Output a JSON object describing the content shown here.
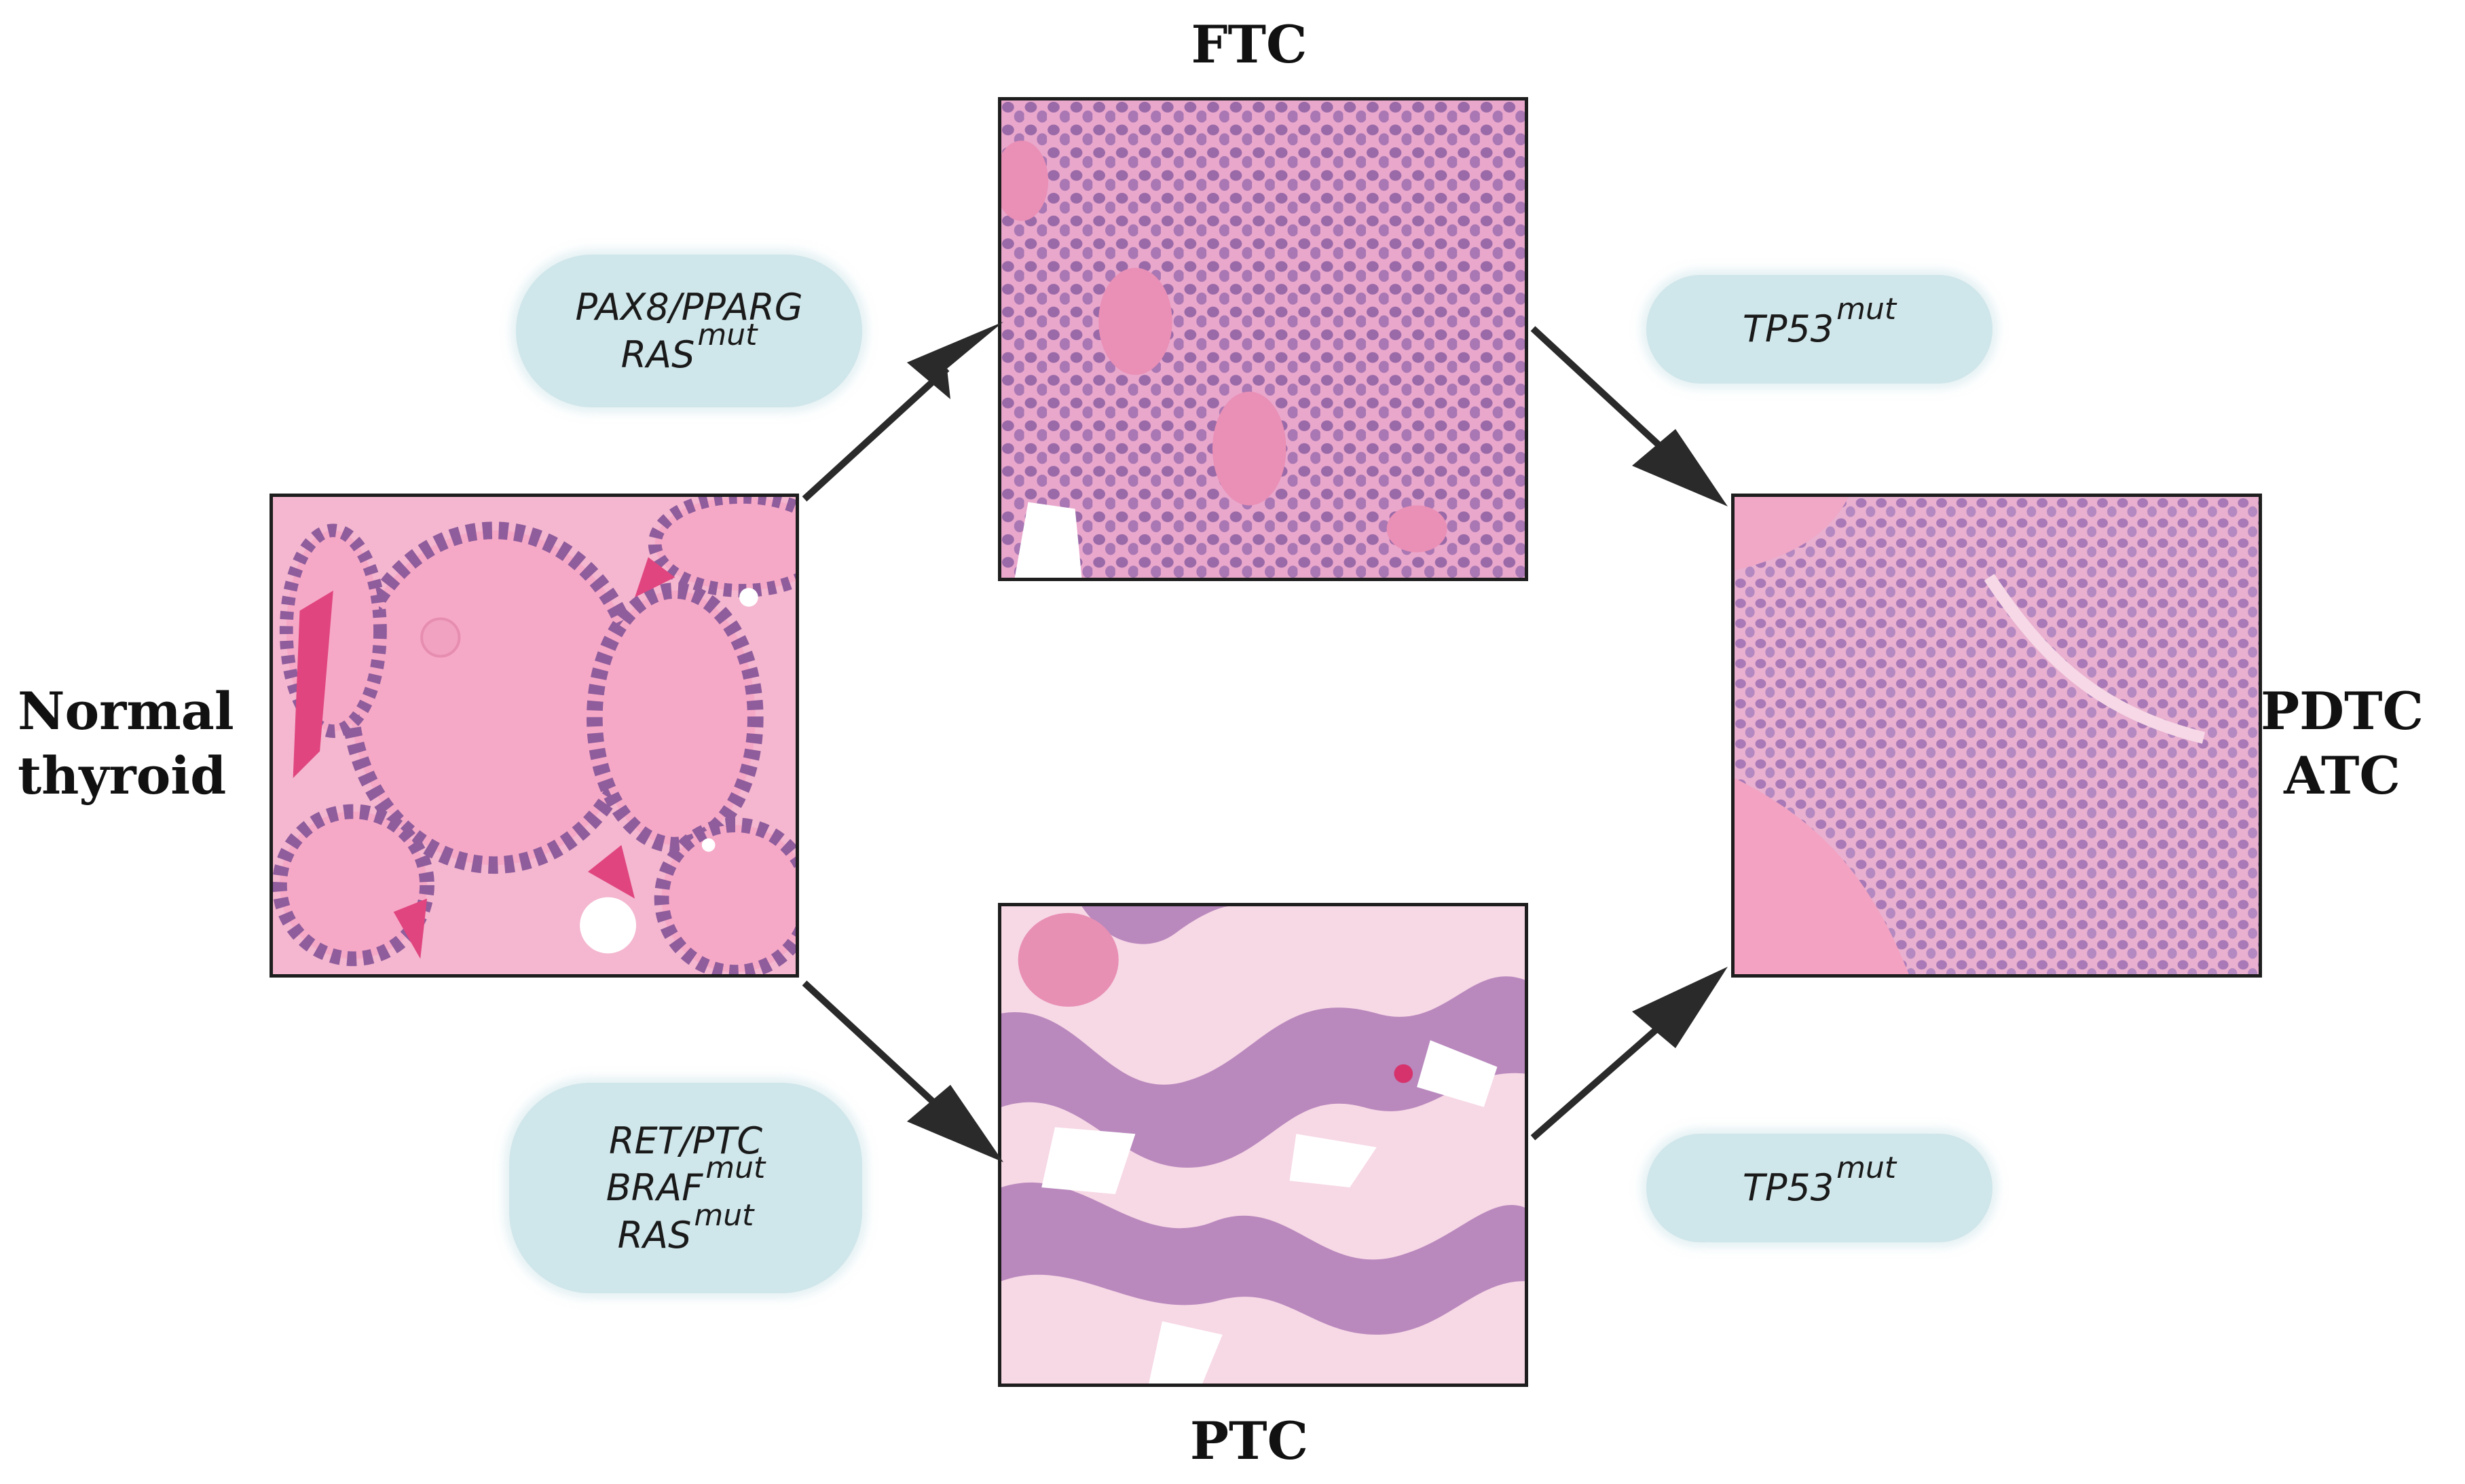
{
  "nodes": {
    "normal": {
      "lines": [
        "Normal",
        "thyroid"
      ]
    },
    "ftc": {
      "lines": [
        "FTC"
      ]
    },
    "ptc": {
      "lines": [
        "PTC"
      ]
    },
    "pdtc_atc": {
      "lines": [
        "PDTC",
        "ATC"
      ]
    }
  },
  "transitions": {
    "normal_to_ftc": {
      "lines": [
        {
          "base": "PAX8/PPARG",
          "sup": ""
        },
        {
          "base": "RAS",
          "sup": "mut"
        }
      ]
    },
    "normal_to_ptc": {
      "lines": [
        {
          "base": "RET/PTC",
          "sup": ""
        },
        {
          "base": "BRAF",
          "sup": "mut"
        },
        {
          "base": "RAS",
          "sup": "mut"
        }
      ]
    },
    "ftc_to_pdtc": {
      "lines": [
        {
          "base": "TP53",
          "sup": "mut"
        }
      ]
    },
    "ptc_to_pdtc": {
      "lines": [
        {
          "base": "TP53",
          "sup": "mut"
        }
      ]
    }
  },
  "colors": {
    "tissue_background": "#f2b8d3",
    "stroma_pink": "#ee8fb5",
    "colloid_pink": "#f4a3c2",
    "nucleus_purple": "#9a6aa8",
    "red_blood": "#e0457f",
    "pill_fill": "#cfe6ea",
    "arrow": "#2a2a2a",
    "frame": "#1e1e1e"
  }
}
